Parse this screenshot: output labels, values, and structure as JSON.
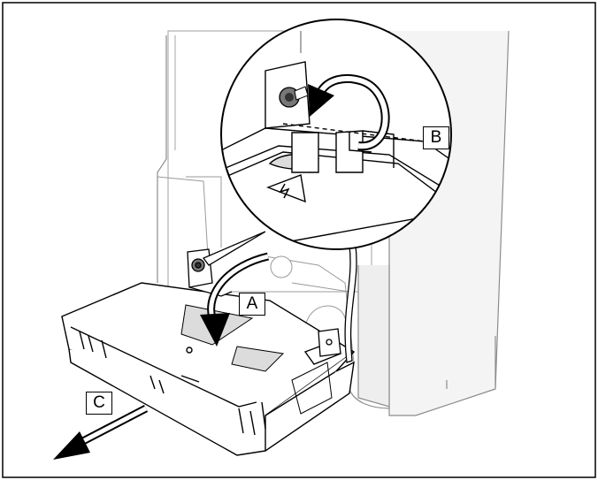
{
  "callouts": {
    "a": "A",
    "b": "B",
    "c": "C"
  },
  "colors": {
    "line": "#000000",
    "background": "#ffffff",
    "wall_unit": "#f4f4f4",
    "hidden_lines": "#9a9a9a",
    "box_shade": "#dcdcdc"
  },
  "icons": [
    "electrical-hazard-icon",
    "rotation-arrow-icon",
    "direction-arrow-icon",
    "screw-icon"
  ]
}
